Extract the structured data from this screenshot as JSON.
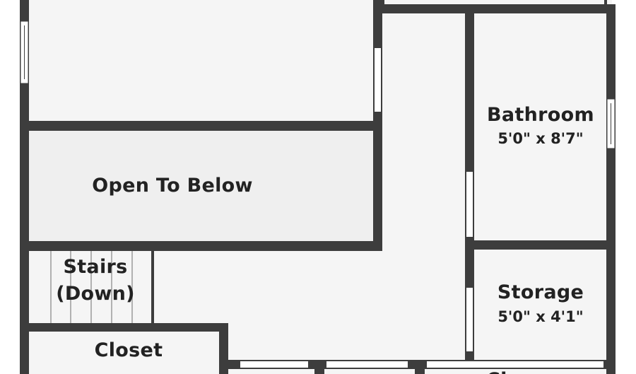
{
  "colors": {
    "wall": "#3d3d3d",
    "floor": "#f5f5f5",
    "open_area": "#efefef",
    "window": "#ffffff",
    "text": "#222222"
  },
  "rooms": {
    "open_to_below": {
      "name": "Open To Below"
    },
    "stairs": {
      "line1": "Stairs",
      "line2": "(Down)"
    },
    "closet": {
      "name": "Closet"
    },
    "bathroom": {
      "name": "Bathroom",
      "dimensions": "5'0\" x 8'7\""
    },
    "storage": {
      "name": "Storage",
      "dimensions": "5'0\" x 4'1\""
    },
    "bottom_right_room": {
      "name": "Cl"
    }
  }
}
